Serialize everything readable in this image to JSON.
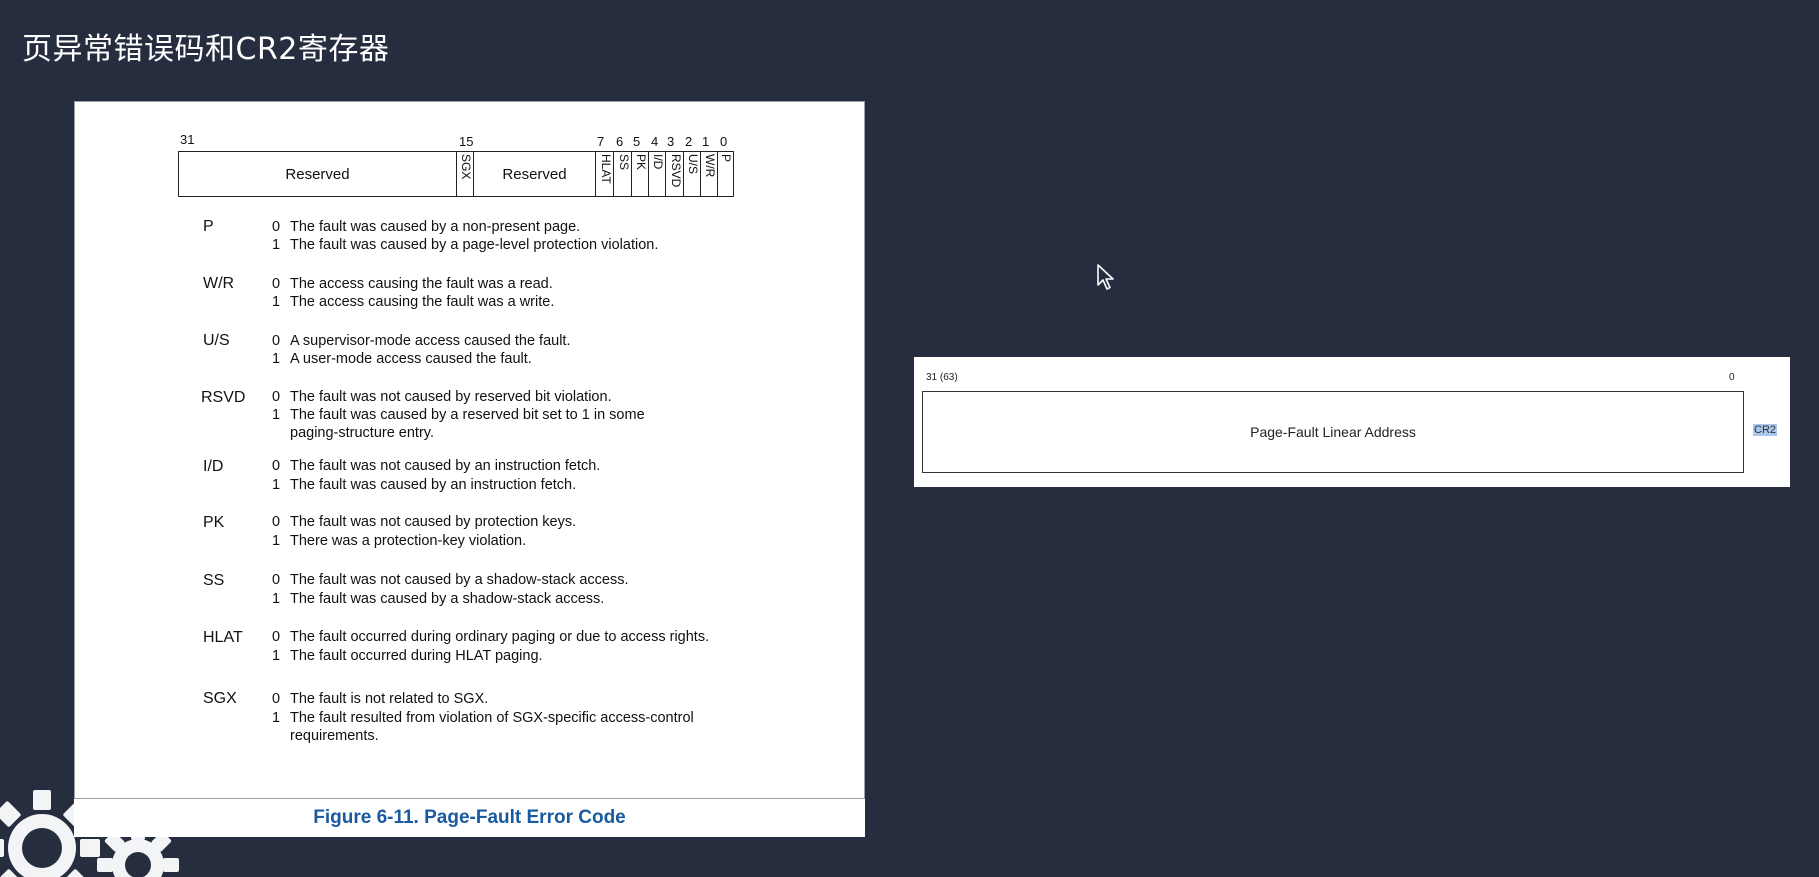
{
  "slide": {
    "title": "页异常错误码和CR2寄存器"
  },
  "figure": {
    "caption": "Figure 6-11.  Page-Fault Error Code",
    "bit_numbers": [
      "31",
      "15",
      "7",
      "6",
      "5",
      "4",
      "3",
      "2",
      "1",
      "0"
    ],
    "fields": {
      "reserved_high": "Reserved",
      "sgx": "SGX",
      "reserved_low": "Reserved",
      "hlat": "HLAT",
      "ss": "SS",
      "pk": "PK",
      "id": "I/D",
      "rsvd": "RSVD",
      "us": "U/S",
      "wr": "W/R",
      "p": "P"
    },
    "definitions": [
      {
        "name": "P",
        "values": [
          {
            "bit": "0",
            "text": "The fault was caused by a non-present page."
          },
          {
            "bit": "1",
            "text": "The fault was caused by a page-level protection violation."
          }
        ]
      },
      {
        "name": "W/R",
        "values": [
          {
            "bit": "0",
            "text": "The access causing the fault was a read."
          },
          {
            "bit": "1",
            "text": "The access causing the fault was a write."
          }
        ]
      },
      {
        "name": "U/S",
        "values": [
          {
            "bit": "0",
            "text": "A supervisor-mode access caused the fault."
          },
          {
            "bit": "1",
            "text": "A user-mode access caused the fault."
          }
        ]
      },
      {
        "name": "RSVD",
        "values": [
          {
            "bit": "0",
            "text": "The fault was not caused by reserved bit violation."
          },
          {
            "bit": "1",
            "text": "The fault was caused by a reserved bit set to 1 in some",
            "text2": "paging-structure entry."
          }
        ]
      },
      {
        "name": "I/D",
        "values": [
          {
            "bit": "0",
            "text": "The fault was not caused by an instruction fetch."
          },
          {
            "bit": "1",
            "text": "The fault was caused by an instruction fetch."
          }
        ]
      },
      {
        "name": "PK",
        "values": [
          {
            "bit": "0",
            "text": "The fault was not caused by protection keys."
          },
          {
            "bit": "1",
            "text": "There was a protection-key violation."
          }
        ]
      },
      {
        "name": "SS",
        "values": [
          {
            "bit": "0",
            "text": "The fault was not caused by a shadow-stack access."
          },
          {
            "bit": "1",
            "text": "The fault was caused by a shadow-stack access."
          }
        ]
      },
      {
        "name": "HLAT",
        "values": [
          {
            "bit": "0",
            "text": "The fault occurred during ordinary paging or due to access rights."
          },
          {
            "bit": "1",
            "text": "The fault occurred during HLAT paging."
          }
        ]
      },
      {
        "name": "SGX",
        "values": [
          {
            "bit": "0",
            "text": "The fault is not related to SGX."
          },
          {
            "bit": "1",
            "text": "The fault resulted from violation of SGX-specific access-control",
            "text2": "requirements."
          }
        ]
      }
    ]
  },
  "cr2": {
    "high_bit": "31 (63)",
    "low_bit": "0",
    "field": "Page-Fault Linear Address",
    "register": "CR2"
  },
  "colors": {
    "background": "#262d3f",
    "caption": "#1a5aa0",
    "highlight": "#a9c7ee"
  },
  "icons": [
    "gear-icon",
    "mouse-cursor-icon"
  ]
}
